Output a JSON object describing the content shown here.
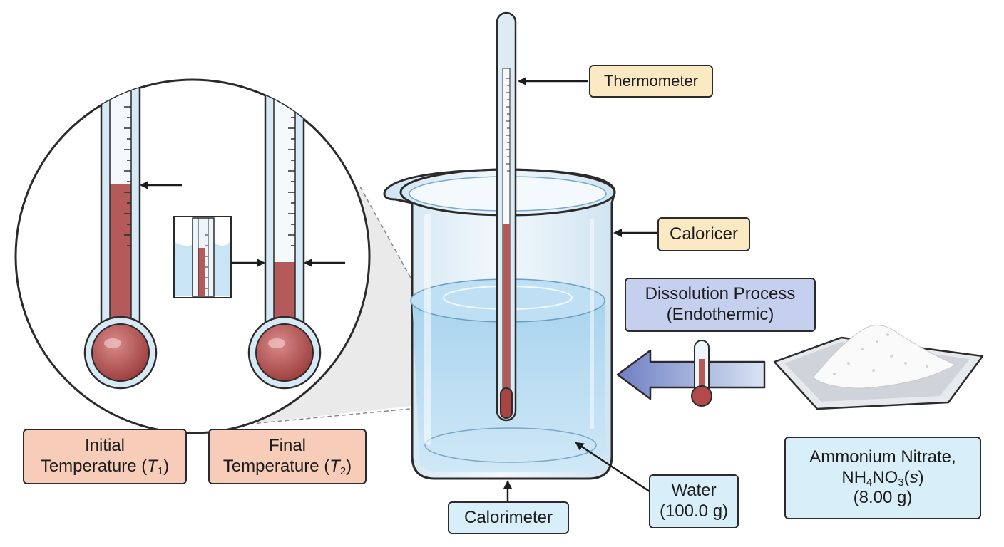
{
  "labels": {
    "thermometer": "Thermometer",
    "caloricer": "Caloricer",
    "dissolution_line1": "Dissolution Process",
    "dissolution_line2": "(Endothermic)",
    "calorimeter": "Calorimeter",
    "water_line1": "Water",
    "water_line2": "(100.0 g)",
    "ammonium_line1": "Ammonium Nitrate,",
    "ammonium_formula": {
      "a": "NH",
      "sub1": "4",
      "b": "NO",
      "sub2": "3",
      "c": "(",
      "state": "s",
      "d": ")"
    },
    "ammonium_line3": "(8.00 g)",
    "initial_line1": "Initial",
    "initial_line2_text": "Temperature (",
    "initial_var": "T",
    "initial_sub": "1",
    "initial_close": ")",
    "final_line1": "Final",
    "final_line2_text": "Temperature (",
    "final_var": "T",
    "final_sub": "2",
    "final_close": ")"
  },
  "colors": {
    "glass_fill": "#dcebf4",
    "water_fill": "#9fcdea",
    "mercury": "#b55a5a",
    "bulb": "#a84444",
    "outline": "#2b2b2b",
    "arrow_purple": "#7d8cc8",
    "label_yellow": "#fbe9c3",
    "label_blue": "#d8eef9",
    "label_purple": "#c5d0ef",
    "label_salmon": "#f7cdb9"
  },
  "icons": [
    "thermometer-icon",
    "beaker-icon",
    "powder-dish-icon",
    "zoom-inset-icon",
    "heat-flow-arrow-icon"
  ]
}
